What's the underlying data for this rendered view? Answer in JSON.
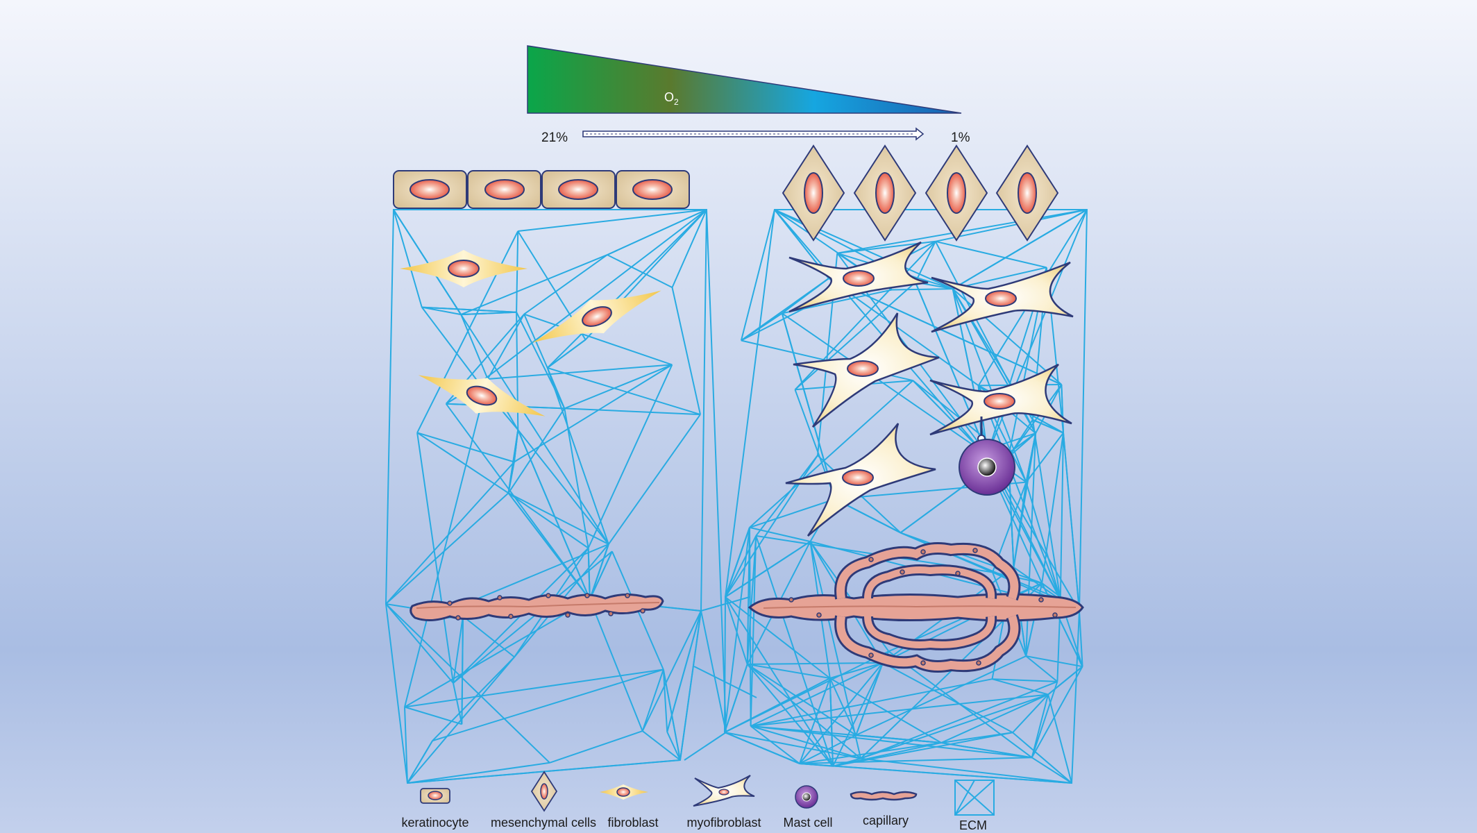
{
  "gradient": {
    "label": "O",
    "subscript": "2",
    "start_value": "21%",
    "end_value": "1%"
  },
  "legend": {
    "items": [
      {
        "id": "keratinocyte",
        "label": "keratinocyte"
      },
      {
        "id": "mesenchymal",
        "label": "mesenchymal cells"
      },
      {
        "id": "fibroblast",
        "label": "fibroblast"
      },
      {
        "id": "myofibroblast",
        "label": "myofibroblast"
      },
      {
        "id": "mast",
        "label": "Mast cell"
      },
      {
        "id": "capillary",
        "label": "capillary"
      },
      {
        "id": "ecm",
        "label": "ECM"
      }
    ]
  },
  "colors": {
    "background_top": "#f4f6fc",
    "background_bottom": "#a9bde3",
    "ecm_line": "#29abe2",
    "cell_outline": "#2e3a78",
    "nucleus": "#e8604c",
    "keratinocyte_fill": "#e2cfaa",
    "fibroblast_fill": "#f7d77a",
    "capillary_fill": "#e6a396",
    "mast_cell": "#7b3fa0",
    "gradient_green": "#0aa64a",
    "gradient_olive": "#5a7a2e",
    "gradient_cyan": "#16a6e0",
    "gradient_blue": "#1a5fb0"
  }
}
